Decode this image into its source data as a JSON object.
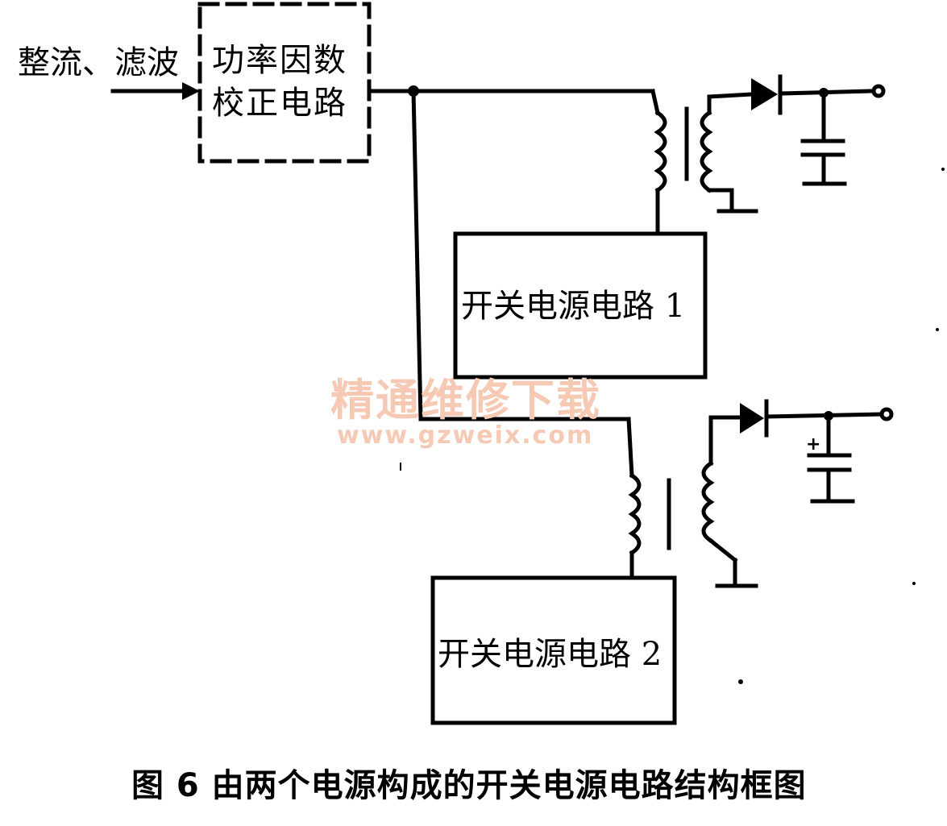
{
  "diagram": {
    "input_label": "整流、滤波",
    "pfc_block": {
      "line1": "功率因数",
      "line2": "校正电路"
    },
    "smps1": {
      "label": "开关电源电路 1"
    },
    "smps2": {
      "label": "开关电源电路 2"
    },
    "caption": "图 6  由两个电源构成的开关电源电路结构框图",
    "watermark": {
      "chinese": "精通维修下载",
      "url": "www.gzweix.com"
    },
    "capacitor_polarity_mark": "+"
  },
  "colors": {
    "line": "#000000",
    "background": "#ffffff",
    "watermark": "#f6c9b4"
  }
}
